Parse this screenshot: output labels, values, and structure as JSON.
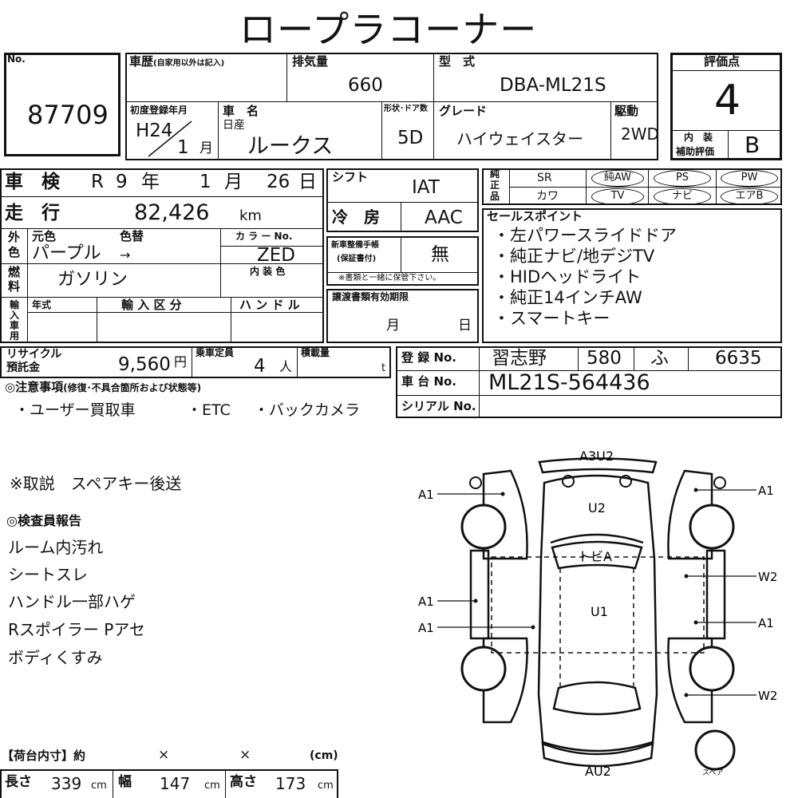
{
  "title": "ロープラコーナー",
  "lot": {
    "label": "No.",
    "number": "87709"
  },
  "history": {
    "label": "車歴",
    "note": "(自家用以外は記入)"
  },
  "engine": {
    "label": "排気量",
    "value": "660"
  },
  "model": {
    "label": "型　式",
    "value": "DBA-ML21S"
  },
  "score": {
    "label": "評価点",
    "value": "4",
    "interior_label": "内　装",
    "sub_label": "補助評価",
    "interior_value": "B"
  },
  "first_reg": {
    "label": "初度登録年月",
    "year": "H24",
    "month": "1",
    "month_unit": "月"
  },
  "car_name": {
    "label": "車　名",
    "maker": "日産",
    "value": "ルークス"
  },
  "doors": {
    "label": "形状･ドア数",
    "value": "5D"
  },
  "grade": {
    "label": "グレード",
    "value": "ハイウェイスター"
  },
  "drive": {
    "label": "駆動",
    "value": "2WD"
  },
  "inspection": {
    "label": "車　検",
    "era": "R",
    "year": "9",
    "year_unit": "年",
    "month": "1",
    "month_unit": "月",
    "day": "26",
    "day_unit": "日"
  },
  "mileage": {
    "label": "走　行",
    "value": "82,426",
    "unit": "km"
  },
  "shift": {
    "label": "シフト",
    "value": "IAT"
  },
  "ac": {
    "label": "冷　房",
    "value": "AAC"
  },
  "color": {
    "side_label_1": "外",
    "side_label_2": "色",
    "original_label": "元色",
    "change_label": "色替",
    "original": "パープル",
    "arrow": "→",
    "code_label": "カ ラ ー No.",
    "code": "ZED"
  },
  "manual": {
    "label_1": "新車整備手帳",
    "label_2": "(保証書付)",
    "value": "無",
    "note": "※書類と一緒に保管下さい。"
  },
  "fuel": {
    "label_1": "燃",
    "label_2": "料",
    "value": "ガソリン",
    "interior_color_label": "内 装 色"
  },
  "import": {
    "label_1": "輸",
    "label_2": "入",
    "label_3": "車",
    "label_4": "用",
    "year_label": "年式",
    "class_label": "輸 入 区 分",
    "handle_label": "ハ ン ド ル"
  },
  "transfer": {
    "label": "譲渡書類有効期限",
    "month_unit": "月",
    "day_unit": "日"
  },
  "equipment": {
    "label_1": "純",
    "label_2": "正",
    "label_3": "品",
    "row1": [
      "SR",
      "純AW",
      "PS",
      "PW"
    ],
    "row2": [
      "カワ",
      "TV",
      "ナビ",
      "エアB"
    ]
  },
  "sales_points": {
    "label": "セールスポイント",
    "items": [
      "・左パワースライドドア",
      "・純正ナビ/地デジTV",
      "・HIDヘッドライト",
      "・純正14インチAW",
      "・スマートキー"
    ]
  },
  "recycle": {
    "label_1": "リサイクル",
    "label_2": "預託金",
    "value": "9,560",
    "unit": "円"
  },
  "capacity": {
    "label": "乗車定員",
    "value": "4",
    "unit": "人"
  },
  "load": {
    "label": "積載量",
    "unit": "t"
  },
  "registration": {
    "label": "登 録 No.",
    "area": "習志野",
    "class": "580",
    "kana": "ふ",
    "number": "6635"
  },
  "chassis": {
    "label": "車 台 No.",
    "value": "ML21S-564436"
  },
  "serial": {
    "label": "シリアル No."
  },
  "notes": {
    "label": "◎注意事項",
    "label_sub": "(修復･不具合箇所および状態等)",
    "items": [
      "・ユーザー買取車",
      "・ETC",
      "・バックカメラ"
    ]
  },
  "remark": "※取説　スペアキー後送",
  "inspector": {
    "label": "◎検査員報告",
    "items": [
      "ルーム内汚れ",
      "シートスレ",
      "ハンドル一部ハゲ",
      "Rスポイラー Pアセ",
      "ボディくすみ"
    ]
  },
  "cargo": {
    "label": "【荷台内寸】約",
    "times": "×",
    "unit_paren": "(cm)",
    "length_label": "長さ",
    "length": "339",
    "width_label": "幅",
    "width": "147",
    "height_label": "高さ",
    "height": "173",
    "unit": "cm"
  },
  "diagram": {
    "front": "A3U2",
    "hood": "U2",
    "windshield": "トビA",
    "roof": "U1",
    "rear": "AU2",
    "spare": "スペア",
    "left": [
      "A1",
      "A1",
      "A1"
    ],
    "right": [
      "A1",
      "W2",
      "A1",
      "W2"
    ]
  }
}
